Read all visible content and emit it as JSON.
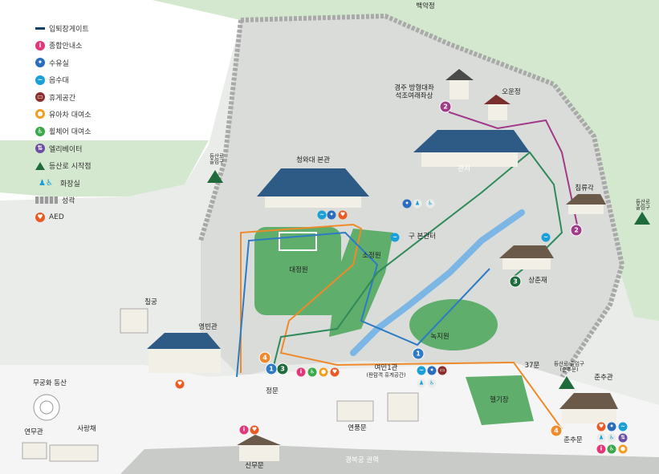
{
  "legend": [
    {
      "label": "입퇴장게이트",
      "icon": "gate-line-icon",
      "color": "#0f3e63"
    },
    {
      "label": "종합안내소",
      "icon": "info-icon",
      "color": "#e2377a"
    },
    {
      "label": "수유실",
      "icon": "nursing-room-icon",
      "color": "#2a6dbf"
    },
    {
      "label": "음수대",
      "icon": "water-fountain-icon",
      "color": "#1aa0d8"
    },
    {
      "label": "휴게공간",
      "icon": "rest-area-icon",
      "color": "#8c2d2d"
    },
    {
      "label": "유아차 대여소",
      "icon": "stroller-icon",
      "color": "#f39c1f"
    },
    {
      "label": "휠체어 대여소",
      "icon": "wheelchair-icon",
      "color": "#3ba94b"
    },
    {
      "label": "엘리베이터",
      "icon": "elevator-icon",
      "color": "#6c4ea3"
    },
    {
      "label": "등산로 시작점",
      "icon": "mountain-trailhead-icon",
      "color": "#1f6b3c"
    },
    {
      "label": "화장실",
      "icon": "restroom-icon",
      "color": "#1aa0d8"
    },
    {
      "label": "성곽",
      "icon": "fortress-wall-icon",
      "color": "#9a9a9a"
    },
    {
      "label": "AED",
      "icon": "aed-heart-icon",
      "color": "#ec5a24"
    }
  ],
  "places": {
    "baegak": "백악정",
    "stone_buddha": "경주 방형대좌\n석조여래좌상",
    "oun": "오운정",
    "gwanjeo": "관저",
    "chimnyu": "침류각",
    "trail_left": "등산로\n출입구",
    "trail_right": "등산로\n출입구",
    "main_bldg": "청와대 본관",
    "old_hq": "구 본관터",
    "sojeong": "소정원",
    "daejeong": "대정원",
    "sangchun": "상춘재",
    "nokji": "녹지원",
    "chilgung": "칠궁",
    "yeongbin": "영빈관",
    "jeongmun": "정문",
    "yeomin": "여민1관",
    "yeomin_sub": "(판람객 휴게공간)",
    "gate37": "37문",
    "trail_chunchu": "등산로 출입구\n(춘추문)",
    "chunchu_hall": "춘추관",
    "heli": "헬기장",
    "yeonpung": "연풍문",
    "chunchu_gate": "춘추문",
    "mugunghwa": "무궁화 동산",
    "yeonmu": "연무관",
    "sarangchae": "사랑채",
    "sinmu": "신무문",
    "gyeongbok": "경복궁 권역"
  },
  "badges": {
    "b2_top": "2",
    "b2_right": "2",
    "b3_sangchun": "3",
    "b1_nokji": "1",
    "b4_left": "4",
    "b1_gate": "1",
    "b3_gate": "3",
    "b4_right": "4"
  },
  "route_colors": {
    "orange": "#ef8a2a",
    "blue": "#2c7bc4",
    "green": "#2f8a5a",
    "purple": "#a23a8a"
  }
}
